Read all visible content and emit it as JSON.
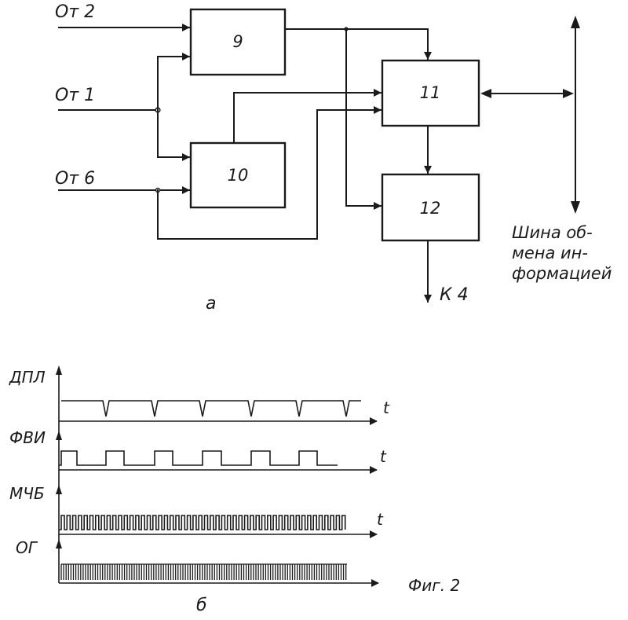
{
  "diagram_a": {
    "blocks": {
      "b9": "9",
      "b10": "10",
      "b11": "11",
      "b12": "12"
    },
    "inputs": {
      "from2": "От 2",
      "from1": "От 1",
      "from6": "От 6"
    },
    "output": "К 4",
    "bus": {
      "line1": "Шина об-",
      "line2": "мена ин-",
      "line3": "формацией"
    },
    "sublabel": "а"
  },
  "diagram_b": {
    "signals": {
      "dpl": "ДПЛ",
      "fvi": "ФВИ",
      "mchb": "МЧБ",
      "og": "ОГ"
    },
    "axis": "t",
    "sublabel": "б"
  },
  "figure_caption": "Фиг. 2"
}
